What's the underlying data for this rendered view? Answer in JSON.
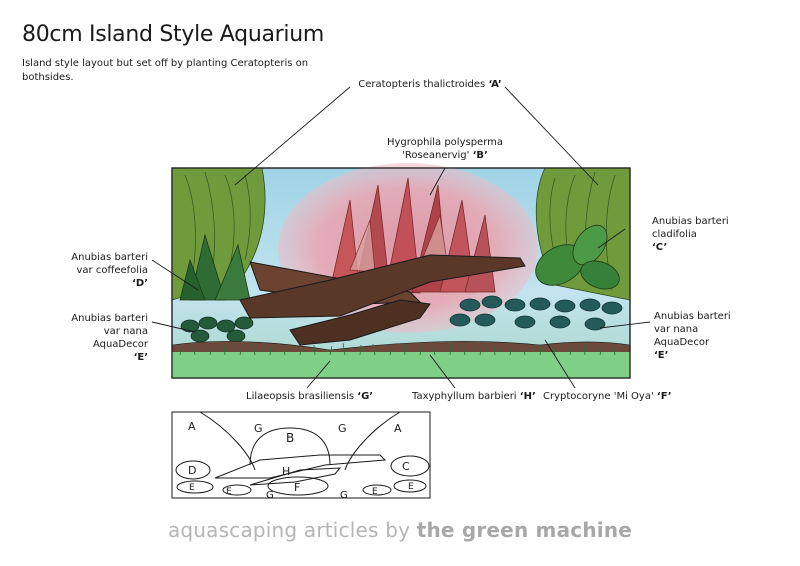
{
  "header": {
    "title": "80cm Island Style Aquarium",
    "subtitle": "Island style layout but set off by planting Ceratopteris on bothsides."
  },
  "labels": {
    "A": {
      "name": "Ceratopteris thalictroides",
      "code": "‘A’"
    },
    "B": {
      "line1": "Hygrophila polysperma",
      "line2": "'Roseanervig'",
      "code": "‘B’"
    },
    "C": {
      "line1": "Anubias barteri",
      "line2": "cladifolia",
      "code": "‘C’"
    },
    "D": {
      "line1": "Anubias barteri",
      "line2": "var coffeefolia",
      "code": "‘D’"
    },
    "E_left": {
      "line1": "Anubias barteri",
      "line2": "var nana",
      "line3": "AquaDecor",
      "code": "‘E’"
    },
    "E_right": {
      "line1": "Anubias barteri",
      "line2": "var nana",
      "line3": "AquaDecor",
      "code": "‘E’"
    },
    "G": {
      "name": "Lilaeopsis brasiliensis",
      "code": "‘G’"
    },
    "H": {
      "name": "Taxyphyllum barbieri",
      "code": "‘H’"
    },
    "F": {
      "name": "Cryptocoryne 'Mi Oya'",
      "code": "‘F’"
    }
  },
  "plan_letters": {
    "A": "A",
    "B": "B",
    "C": "C",
    "D": "D",
    "E": "E",
    "F": "F",
    "G": "G",
    "H": "H"
  },
  "footer": {
    "prefix": "aquascaping articles by",
    "brand": "the green machine"
  }
}
